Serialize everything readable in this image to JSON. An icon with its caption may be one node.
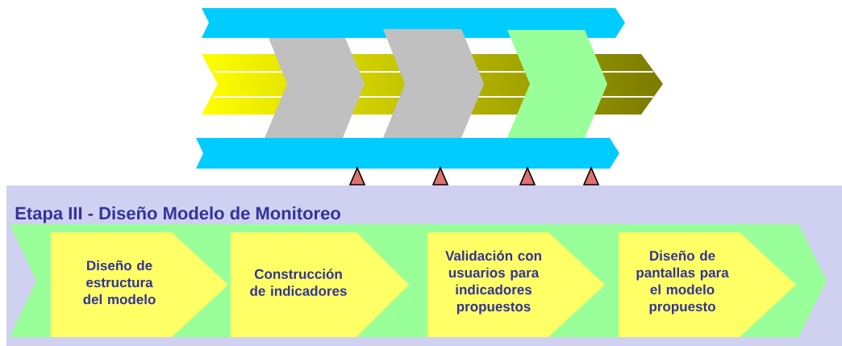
{
  "diagram": {
    "nodes": [
      {
        "text": [
          "Etapa III - Diseño Modelo de Monitoreo"
        ]
      },
      {
        "text": [],
        "shape": "arrow",
        "in": 0
      },
      {
        "text": [
          "Diseño de estructura del modelo"
        ],
        "in": 1
      },
      {
        "text": [
          "Construcción de indicadores"
        ],
        "in": 1
      },
      {
        "text": [
          "Validación con usuarios para indicadores propuestos"
        ],
        "in": 1
      },
      {
        "text": [
          "Diseño de pantallas para el modelo propuesto"
        ],
        "in": 1
      }
    ]
  }
}
